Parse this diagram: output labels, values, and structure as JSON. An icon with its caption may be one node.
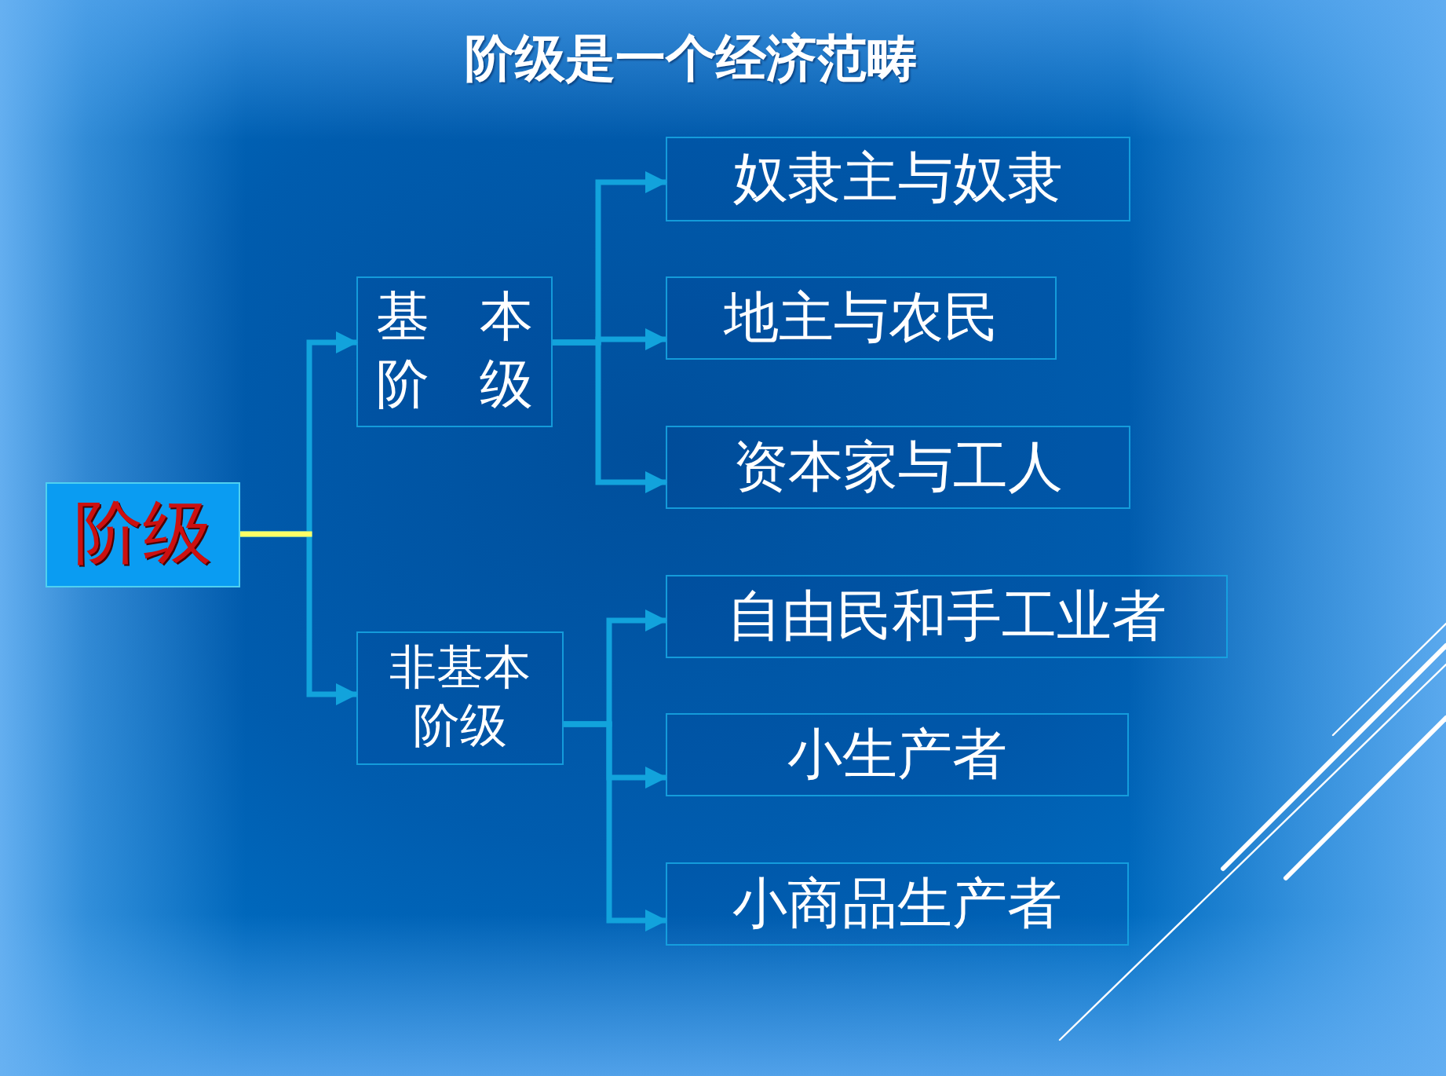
{
  "diagram": {
    "title": "阶级是一个经济范畴",
    "nodes": [
      {
        "text": [
          "阶级"
        ]
      },
      {
        "text": [
          "基本阶级"
        ]
      },
      {
        "text": [
          "非基本阶级"
        ]
      },
      {
        "text": [
          "奴隶主与奴隶"
        ]
      },
      {
        "text": [
          "地主与农民"
        ]
      },
      {
        "text": [
          "资本家与工人"
        ]
      },
      {
        "text": [
          "自由民和手工业者"
        ]
      },
      {
        "text": [
          "小生产者"
        ]
      },
      {
        "text": [
          "小商品生产者"
        ]
      }
    ],
    "edges": [
      {
        "from": 0,
        "to": 1,
        "arrow": "to"
      },
      {
        "from": 0,
        "to": 2,
        "arrow": "to"
      },
      {
        "from": 1,
        "to": 3,
        "arrow": "to"
      },
      {
        "from": 1,
        "to": 4,
        "arrow": "to"
      },
      {
        "from": 1,
        "to": 5,
        "arrow": "to"
      },
      {
        "from": 2,
        "to": 6,
        "arrow": "to"
      },
      {
        "from": 2,
        "to": 7,
        "arrow": "to"
      },
      {
        "from": 2,
        "to": 8,
        "arrow": "to"
      }
    ]
  }
}
